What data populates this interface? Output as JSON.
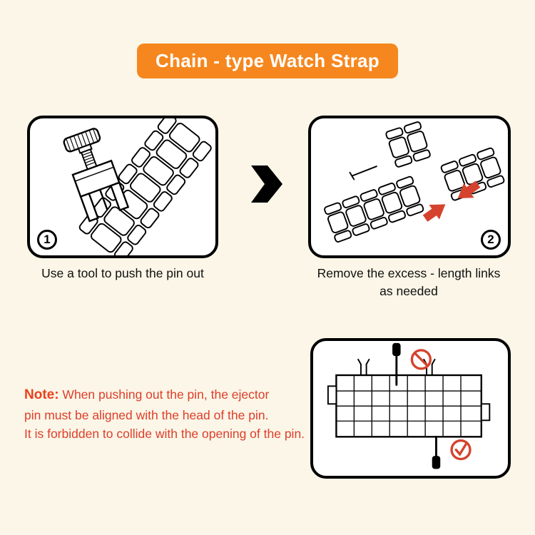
{
  "banner": {
    "label": "Chain - type Watch Strap"
  },
  "steps": {
    "step1": {
      "badge": "1",
      "caption": "Use a tool to push the pin out"
    },
    "step2": {
      "badge": "2",
      "caption_line1": "Remove the excess - length links",
      "caption_line2": "as needed"
    }
  },
  "note": {
    "label": "Note:",
    "line1": " When pushing out the pin, the ejector",
    "line2": "pin must be aligned with the head of the pin.",
    "line3": "It is forbidden to collide with the opening of the pin."
  },
  "icons": {
    "next_arrow": "thick-black-chevron-right",
    "prohibition": "red-no-symbol-circle-slash",
    "check": "red-check-circle",
    "red_arrow": "solid-red-pointer-arrow"
  },
  "colors": {
    "page_bg": "#FBF6E7",
    "panel_bg": "#FFFFFF",
    "banner_bg": "#F6871E",
    "banner_text": "#FFFFFF",
    "outline_black": "#000000",
    "note_red": "#DE3E2B",
    "accent_red": "#D5432E"
  }
}
